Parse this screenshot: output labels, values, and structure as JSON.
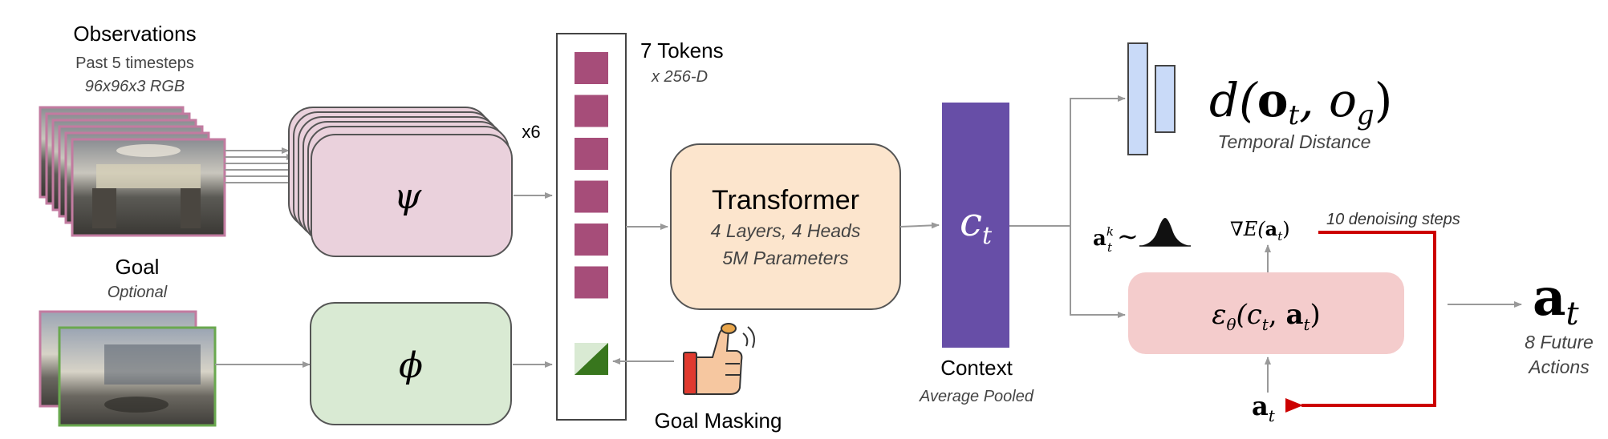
{
  "observations": {
    "title": "Observations",
    "line1": "Past 5 timesteps",
    "line2": "96x96x3 RGB"
  },
  "goal": {
    "title": "Goal",
    "subtitle": "Optional"
  },
  "encoders": {
    "psi": "ψ",
    "phi": "ϕ",
    "multiplier": "x6"
  },
  "tokens": {
    "title": "7 Tokens",
    "dim": "x 256-D",
    "count": 6
  },
  "transformer": {
    "title": "Transformer",
    "line1": "4 Layers, 4 Heads",
    "line2": "5M Parameters"
  },
  "context": {
    "symbol": "c",
    "subscript": "t",
    "title": "Context",
    "subtitle": "Average Pooled"
  },
  "goal_masking": {
    "label": "Goal Masking"
  },
  "distance": {
    "label": "Temporal Distance",
    "f": "d(",
    "o": "o",
    "osub": "t",
    "comma": ", o",
    "gsub": "g",
    "close": ")"
  },
  "diffusion": {
    "noise_a": "a",
    "noise_sup": "k",
    "noise_sub": "t",
    "tilde": "∼",
    "grad_prefix": "∇E(",
    "grad_a": "a",
    "grad_sub": "t",
    "grad_close": ")",
    "steps": "10 denoising steps",
    "eps": "ε",
    "theta": "θ",
    "eps_args_open": "(c",
    "eps_args_sub": "t",
    "eps_args_mid": ", ",
    "eps_a": "a",
    "eps_a_sub": "t",
    "eps_close": ")",
    "bottom_a": "a",
    "bottom_sub": "t"
  },
  "output": {
    "a": "a",
    "sub": "t",
    "line1": "8 Future",
    "line2": "Actions"
  },
  "colors": {
    "psi_fill": "#ead1dc",
    "phi_fill": "#d9ead3",
    "token_fill": "#a64d79",
    "transformer_fill": "#fce5cd",
    "context_fill": "#674ea7",
    "dist_fill": "#c9daf8",
    "eps_fill": "#f4cccc",
    "red_arrow": "#cc0000",
    "arrow_gray": "#999999"
  }
}
